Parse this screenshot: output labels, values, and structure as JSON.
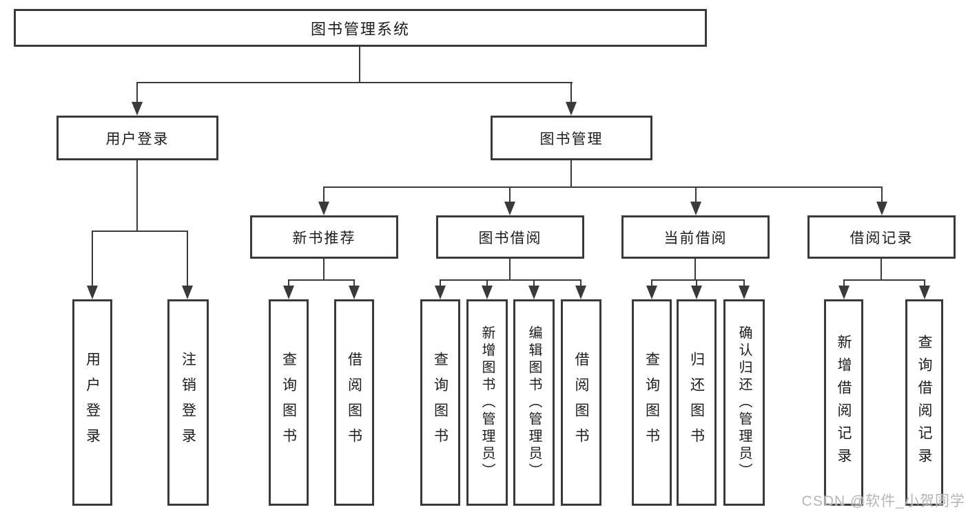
{
  "root": {
    "label": "图书管理系统"
  },
  "login_branch": {
    "label": "用户登录",
    "children": [
      {
        "label": "用户登录"
      },
      {
        "label": "注销登录"
      }
    ]
  },
  "management_branch": {
    "label": "图书管理",
    "modules": [
      {
        "label": "新书推荐",
        "children": [
          {
            "label": "查询图书"
          },
          {
            "label": "借阅图书"
          }
        ]
      },
      {
        "label": "图书借阅",
        "children": [
          {
            "label": "查询图书"
          },
          {
            "label": "新增图书（管理员）"
          },
          {
            "label": "编辑图书（管理员）"
          },
          {
            "label": "借阅图书"
          }
        ]
      },
      {
        "label": "当前借阅",
        "children": [
          {
            "label": "查询图书"
          },
          {
            "label": "归还图书"
          },
          {
            "label": "确认归还（管理员）"
          }
        ]
      },
      {
        "label": "借阅记录",
        "children": [
          {
            "label": "新增借阅记录"
          },
          {
            "label": "查询借阅记录"
          }
        ]
      }
    ]
  },
  "watermark": "CSDN @软件_小贺同学",
  "colors": {
    "line": "#3a3a3a",
    "text": "#1c1c1c",
    "watermark": "#b5b5b5",
    "background": "#ffffff"
  }
}
